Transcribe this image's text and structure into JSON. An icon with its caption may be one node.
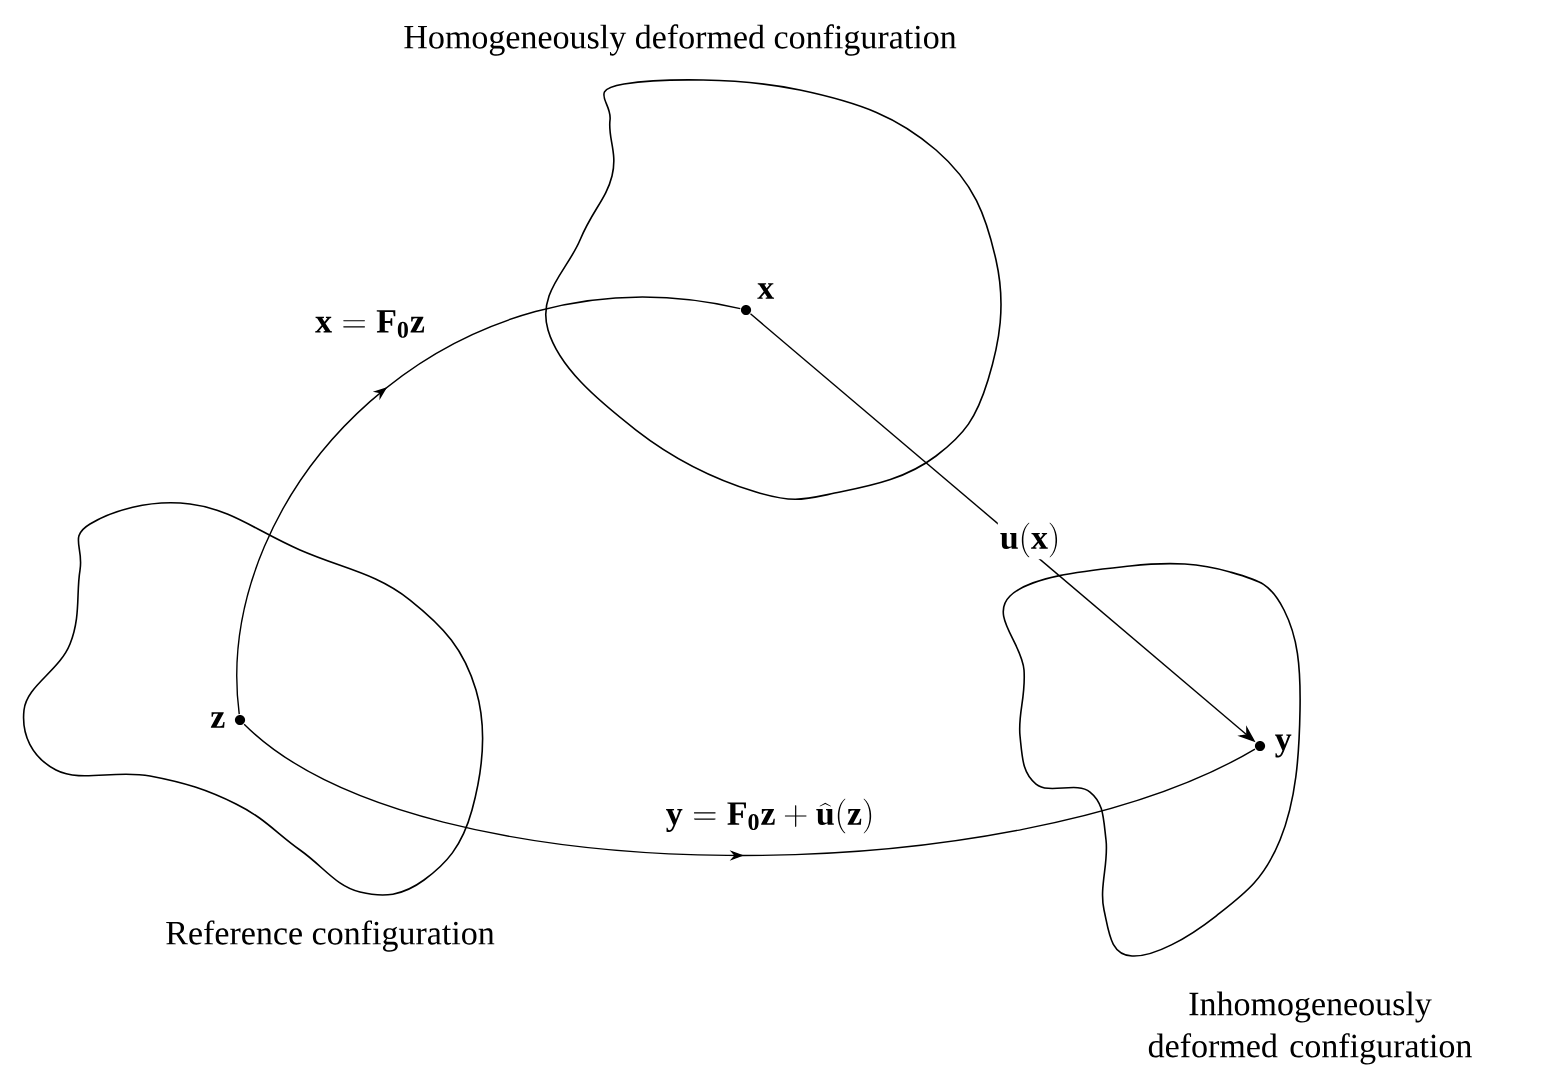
{
  "diagram": {
    "nodes": [
      {
        "text": [
          "Reference configuration"
        ]
      },
      {
        "text": [
          "\\mathbf{z}"
        ],
        "in": 0
      },
      {
        "text": [
          "Homogeneously deformed configuration"
        ]
      },
      {
        "text": [
          "\\mathbf{x}"
        ],
        "in": 2
      },
      {
        "text": [
          "Inhomogeneously deformed configuration"
        ]
      },
      {
        "text": [
          "\\mathbf{y}"
        ],
        "in": 4
      }
    ],
    "edges": [
      {
        "from": 1,
        "to": 3,
        "arrow": "to",
        "label": "\\mathbf{x}=\\mathbf{F}_{\\mathbf{0}}\\mathbf{z}"
      },
      {
        "from": 3,
        "to": 5,
        "arrow": "to",
        "label": "\\mathbf{u}(\\mathbf{x})"
      },
      {
        "from": 1,
        "to": 5,
        "arrow": "to",
        "label": "\\mathbf{y}=\\mathbf{F}_{\\mathbf{0}}\\mathbf{z}+\\widehat{\\mathbf{u}}(\\mathbf{z})"
      }
    ]
  }
}
